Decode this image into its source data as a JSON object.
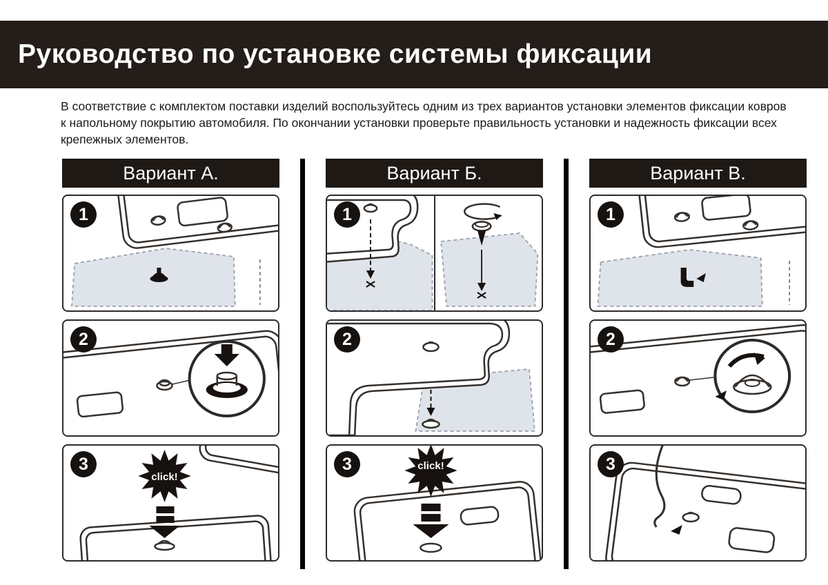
{
  "header": {
    "title": "Руководство по установке системы фиксации"
  },
  "intro": {
    "text": "В соответствие с комплектом поставки изделий воспользуйтесь одним из трех вариантов установки элементов фиксации ковров к напольному покрытию автомобиля. По окончании установки проверьте правильность установки и надежность фиксации всех крепежных элементов."
  },
  "variants": [
    {
      "label": "Вариант А.",
      "steps": [
        {
          "number": "1"
        },
        {
          "number": "2"
        },
        {
          "number": "3",
          "click": "click!"
        }
      ]
    },
    {
      "label": "Вариант Б.",
      "steps": [
        {
          "number": "1"
        },
        {
          "number": "2"
        },
        {
          "number": "3",
          "click": "click!"
        }
      ]
    },
    {
      "label": "Вариант В.",
      "steps": [
        {
          "number": "1"
        },
        {
          "number": "2"
        },
        {
          "number": "3"
        }
      ]
    }
  ],
  "colors": {
    "header_bg": "#241d19",
    "panel_border": "#2b2b2b",
    "ink": "#17120f",
    "carpet_fill": "#dfe3ea"
  }
}
